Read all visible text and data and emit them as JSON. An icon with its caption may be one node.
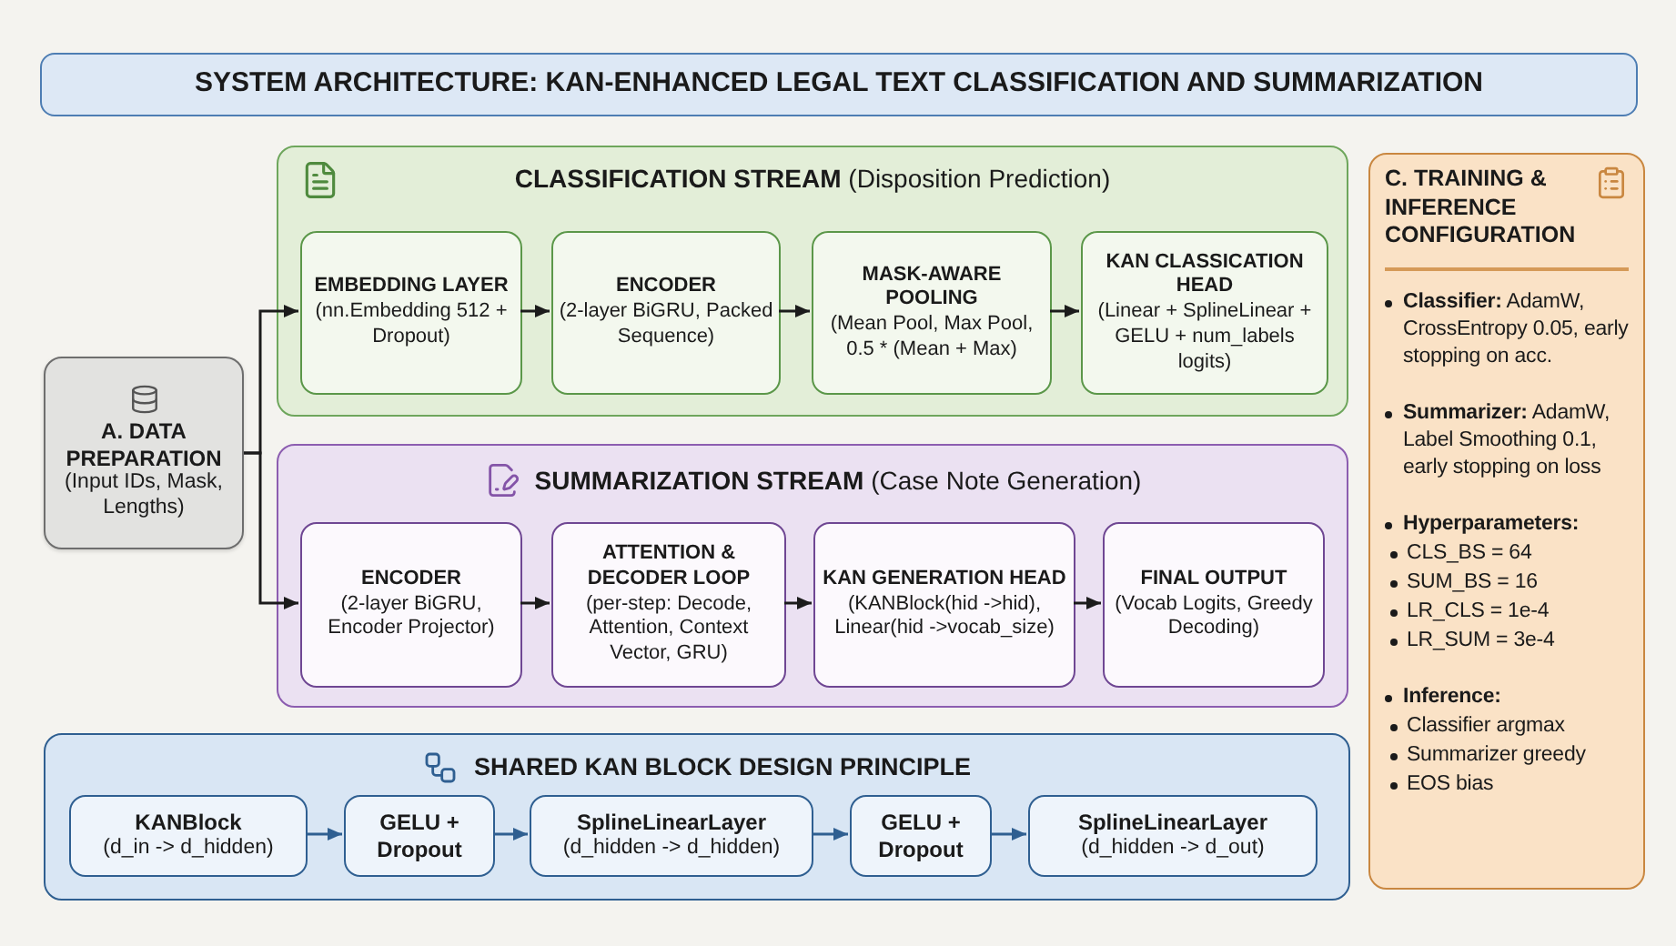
{
  "diagram": {
    "title": "SYSTEM ARCHITECTURE: KAN-ENHANCED LEGAL TEXT CLASSIFICATION AND SUMMARIZATION",
    "nodes": [
      {
        "text": [
          "A. DATA PREPARATION",
          "(Input IDs, Mask, Lengths)"
        ]
      },
      {
        "text": [
          "**CLASSIFICATION STREAM** (Disposition Prediction)"
        ]
      },
      {
        "text": [
          "EMBEDDING LAYER",
          "(nn.Embedding 512 + Dropout)"
        ],
        "in": 1
      },
      {
        "text": [
          "ENCODER",
          "(2-layer BiGRU, Packed Sequence)"
        ],
        "in": 1
      },
      {
        "text": [
          "MASK-AWARE POOLING",
          "(Mean Pool, Max Pool, 0.5 * (Mean + Max)"
        ],
        "in": 1
      },
      {
        "text": [
          "KAN CLASSICATION HEAD",
          "(Linear + SplineLinear + GELU + num_labels logits)"
        ],
        "in": 1
      },
      {
        "text": [
          "**SUMMARIZATION STREAM** (Case Note Generation)"
        ]
      },
      {
        "text": [
          "ENCODER",
          "(2-layer BiGRU, Encoder Projector)"
        ],
        "in": 6
      },
      {
        "text": [
          "ATTENTION & DECODER LOOP",
          "(per-step: Decode, Attention, Context Vector, GRU)"
        ],
        "in": 6
      },
      {
        "text": [
          "KAN GENERATION HEAD",
          "(KANBlock(hid ->hid), Linear(hid ->vocab_size)"
        ],
        "in": 6
      },
      {
        "text": [
          "FINAL OUTPUT",
          "(Vocab Logits, Greedy Decoding)"
        ],
        "in": 6
      },
      {
        "text": [
          "SHARED KAN BLOCK DESIGN PRINCIPLE"
        ]
      },
      {
        "text": [
          "KANBlock",
          "(d_in -> d_hidden)"
        ],
        "in": 11
      },
      {
        "text": [
          "GELU + Dropout"
        ],
        "in": 11
      },
      {
        "text": [
          "SplineLinearLayer",
          "(d_hidden -> d_hidden)"
        ],
        "in": 11
      },
      {
        "text": [
          "GELU + Dropout"
        ],
        "in": 11
      },
      {
        "text": [
          "SplineLinearLayer",
          "(d_hidden -> d_out)"
        ],
        "in": 11
      },
      {
        "text": [
          "C. TRAINING & INFERENCE CONFIGURATION",
          "**Classifier:** AdamW, CrossEntropy 0.05, early stopping on acc.",
          "**Summarizer:** AdamW, Label Smoothing 0.1, early stopping on loss",
          "Hyperparameters:",
          "CLS_BS = 64",
          "SUM_BS = 16",
          "LR_CLS = 1e-4",
          "LR_SUM = 3e-4",
          "Inference:",
          "Classifier argmax",
          "Summarizer greedy",
          "EOS bias"
        ]
      }
    ],
    "edges": [
      {
        "from": 0,
        "to": 2,
        "arrow": "to"
      },
      {
        "from": 0,
        "to": 7,
        "arrow": "to"
      },
      {
        "from": 2,
        "to": 3,
        "arrow": "to"
      },
      {
        "from": 3,
        "to": 4,
        "arrow": "to"
      },
      {
        "from": 4,
        "to": 5,
        "arrow": "to"
      },
      {
        "from": 7,
        "to": 8,
        "arrow": "to"
      },
      {
        "from": 8,
        "to": 9,
        "arrow": "to"
      },
      {
        "from": 9,
        "to": 10,
        "arrow": "to"
      },
      {
        "from": 12,
        "to": 13,
        "arrow": "to",
        "color": "#2f5f91"
      },
      {
        "from": 13,
        "to": 14,
        "arrow": "to",
        "color": "#2f5f91"
      },
      {
        "from": 14,
        "to": 15,
        "arrow": "to",
        "color": "#2f5f91"
      },
      {
        "from": 15,
        "to": 16,
        "arrow": "to",
        "color": "#2f5f91"
      }
    ]
  }
}
